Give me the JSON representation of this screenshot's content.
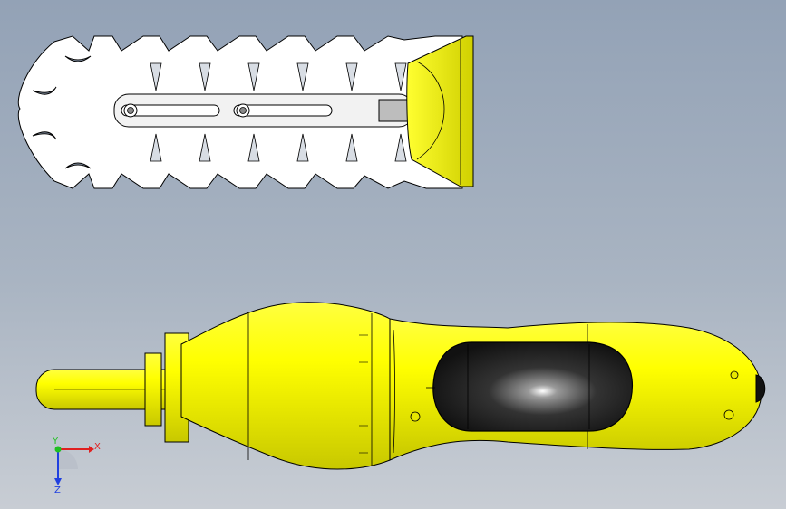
{
  "viewport": {
    "name": "cad-3d-viewport",
    "background_top": "#93a2b6",
    "background_bottom": "#c8cdd4"
  },
  "model": {
    "body_color": "#ffff00",
    "body_shade": "#c8c800",
    "outline_color": "#000000",
    "blade_color": "#ffffff",
    "grip_color": "#1a1a1a",
    "clamp_color": "#bdbdbd"
  },
  "triad": {
    "x_label": "X",
    "y_label": "Y",
    "z_label": "Z",
    "x_color": "#e02020",
    "y_color": "#20c020",
    "z_color": "#2040e0"
  }
}
